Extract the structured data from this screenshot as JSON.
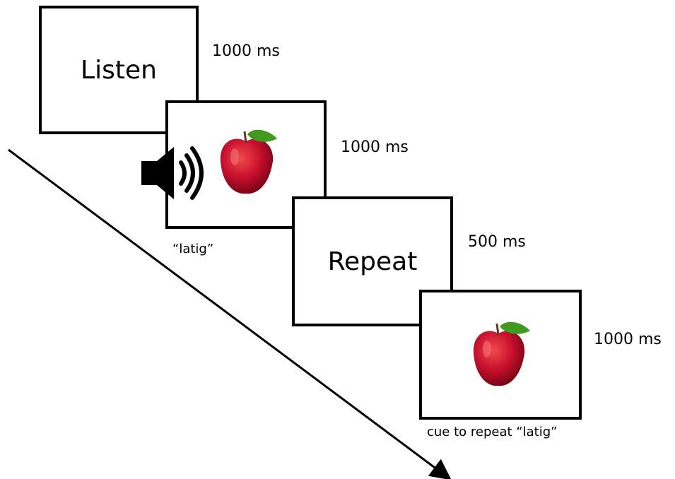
{
  "frames": [
    {
      "text": "Listen",
      "duration": "1000 ms"
    },
    {
      "text": "",
      "duration": "1000 ms",
      "caption": "“latig”",
      "content": [
        "speaker-icon",
        "apple-icon"
      ]
    },
    {
      "text": "Repeat",
      "duration": "500 ms"
    },
    {
      "text": "",
      "duration": "1000 ms",
      "caption": "cue to repeat “latig”",
      "content": [
        "apple-icon"
      ]
    }
  ],
  "colors": {
    "apple": "#c8102e",
    "leaf": "#3f9a1f",
    "stroke": "#000000"
  }
}
